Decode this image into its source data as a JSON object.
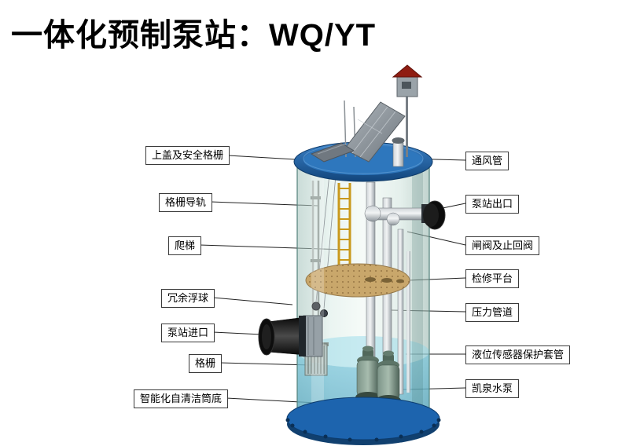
{
  "title": "一体化预制泵站：WQ/YT",
  "labels": {
    "left": [
      {
        "text": "上盖及安全格栅"
      },
      {
        "text": "格栅导轨"
      },
      {
        "text": "爬梯"
      },
      {
        "text": "冗余浮球"
      },
      {
        "text": "泵站进口"
      },
      {
        "text": "格栅"
      },
      {
        "text": "智能化自清洁筒底"
      }
    ],
    "right": [
      {
        "text": "通风管"
      },
      {
        "text": "泵站出口"
      },
      {
        "text": "闸阀及止回阀"
      },
      {
        "text": "检修平台"
      },
      {
        "text": "压力管道"
      },
      {
        "text": "液位传感器保护套管"
      },
      {
        "text": "凯泉水泵"
      }
    ]
  },
  "colors": {
    "lid_blue": "#1d64ae",
    "flange_blue": "#11406f",
    "glass_green": "#cfe4dd",
    "platform_tan": "#c9a76b",
    "roof_red": "#8f1d12",
    "ladder_yellow": "#c9991c",
    "pipe_black": "#0d0d0d",
    "water_blue": "#49a8c6"
  }
}
